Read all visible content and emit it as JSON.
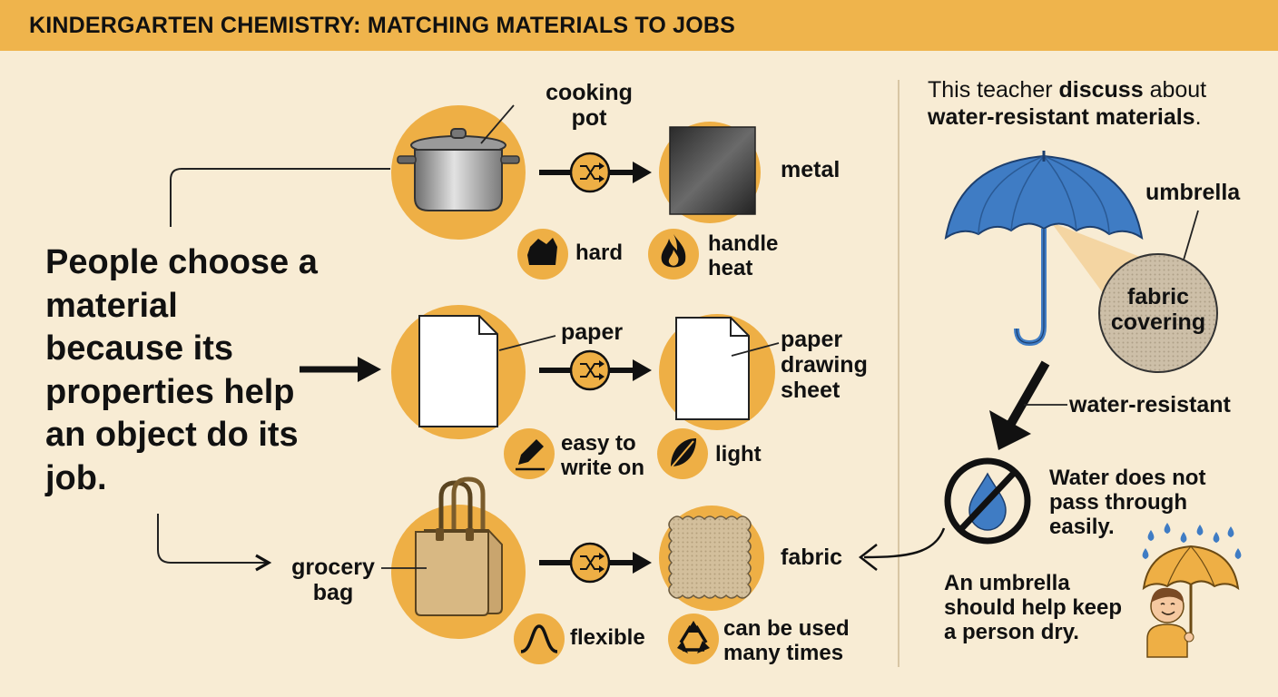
{
  "header": {
    "title": "KINDERGARTEN CHEMISTRY: MATCHING MATERIALS TO JOBS"
  },
  "main_text": "People choose a material because its properties help an object do its job.",
  "rows": [
    {
      "object": {
        "label_line1": "cooking",
        "label_line2": "pot",
        "icon": "cooking-pot-icon"
      },
      "material": {
        "label": "metal",
        "icon": "metal-sheet-icon"
      },
      "properties": [
        {
          "label_line1": "hard",
          "label_line2": "",
          "icon": "hard-rock-icon"
        },
        {
          "label_line1": "handle",
          "label_line2": "heat",
          "icon": "flame-icon"
        }
      ]
    },
    {
      "object": {
        "label_line1": "paper",
        "label_line2": "",
        "icon": "paper-sheet-icon"
      },
      "material": {
        "label_line1": "paper",
        "label_line2": "drawing",
        "label_line3": "sheet",
        "icon": "paper-sheet-icon"
      },
      "properties": [
        {
          "label_line1": "easy to",
          "label_line2": "write on",
          "icon": "pencil-icon"
        },
        {
          "label_line1": "light",
          "label_line2": "",
          "icon": "feather-icon"
        }
      ]
    },
    {
      "object": {
        "label_line1": "grocery",
        "label_line2": "bag",
        "icon": "tote-bag-icon"
      },
      "material": {
        "label": "fabric",
        "icon": "fabric-swatch-icon"
      },
      "properties": [
        {
          "label_line1": "flexible",
          "label_line2": "",
          "icon": "bend-curve-icon"
        },
        {
          "label_line1": "can be used",
          "label_line2": "many times",
          "icon": "recycle-icon"
        }
      ]
    }
  ],
  "right_panel": {
    "intro_prefix": "This teacher ",
    "intro_bold1": "discuss",
    "intro_mid": " about",
    "intro_bold2": "water-resistant materials",
    "intro_suffix": ".",
    "umbrella_label": "umbrella",
    "covering_line1": "fabric",
    "covering_line2": "covering",
    "property_label": "water-resistant",
    "result_line1": "Water does not",
    "result_line2": "pass through",
    "result_line3": "easily.",
    "conclusion_line1": "An umbrella",
    "conclusion_line2": "should help keep",
    "conclusion_line3": "a person dry."
  },
  "colors": {
    "background": "#f8ecd4",
    "banner": "#efb44c",
    "circle": "#eeaf45",
    "umbrella": "#3f7cc4",
    "text": "#111111"
  }
}
